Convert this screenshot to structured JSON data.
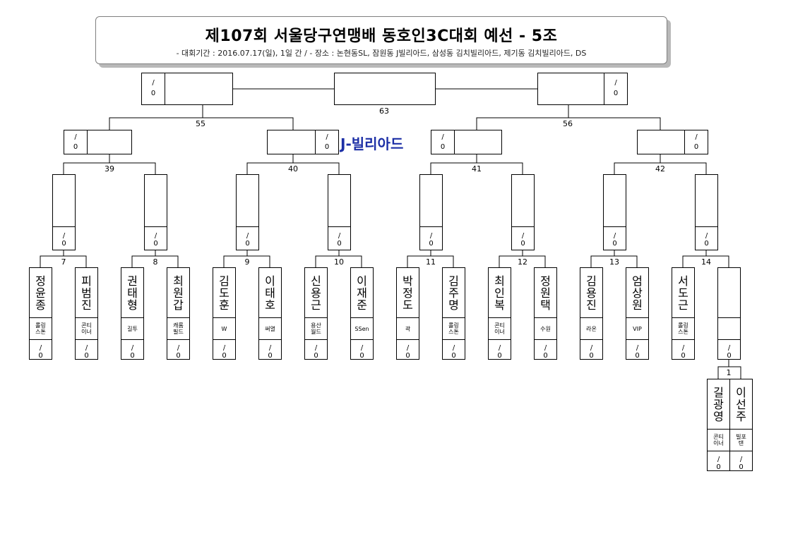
{
  "header": {
    "title": "제107회 서울당구연맹배 동호인3C대회 예선 - 5조",
    "info": "- 대회기간 : 2016.07.17(일), 1일 간 / - 장소 : 논현동SL, 잠원동 J빌리아드, 삼성동 김치빌리아드, 제기동 김치빌리아드, DS"
  },
  "venue": "J-빌리아드",
  "score_placeholder": {
    "top": "/",
    "bottom": "0"
  },
  "match_numbers": {
    "m63": "63",
    "m55": "55",
    "m56": "56",
    "m39": "39",
    "m40": "40",
    "m41": "41",
    "m42": "42",
    "m7": "7",
    "m8": "8",
    "m9": "9",
    "m10": "10",
    "m11": "11",
    "m12": "12",
    "m13": "13",
    "m14": "14",
    "m1": "1"
  },
  "players": [
    {
      "name": "정윤종",
      "club": "롤링\n스톤"
    },
    {
      "name": "피범진",
      "club": "콘티\n이너"
    },
    {
      "name": "권태형",
      "club": "길투"
    },
    {
      "name": "최원갑",
      "club": "캐롬\n필드"
    },
    {
      "name": "김도훈",
      "club": "W"
    },
    {
      "name": "이태호",
      "club": "써열"
    },
    {
      "name": "신용근",
      "club": "용산\n월드"
    },
    {
      "name": "이재준",
      "club": "SSen"
    },
    {
      "name": "박정도",
      "club": "곽"
    },
    {
      "name": "김주명",
      "club": "롤링\n스톤"
    },
    {
      "name": "최인복",
      "club": "콘티\n이너"
    },
    {
      "name": "정원택",
      "club": "수원"
    },
    {
      "name": "김용진",
      "club": "라온"
    },
    {
      "name": "엄상원",
      "club": "VIP"
    },
    {
      "name": "서도근",
      "club": "롤링\n스톤"
    },
    {
      "name": "",
      "club": ""
    },
    {
      "name": "길광영",
      "club": "콘티\n이너"
    },
    {
      "name": "이선주",
      "club": "빌포\n탠"
    }
  ]
}
